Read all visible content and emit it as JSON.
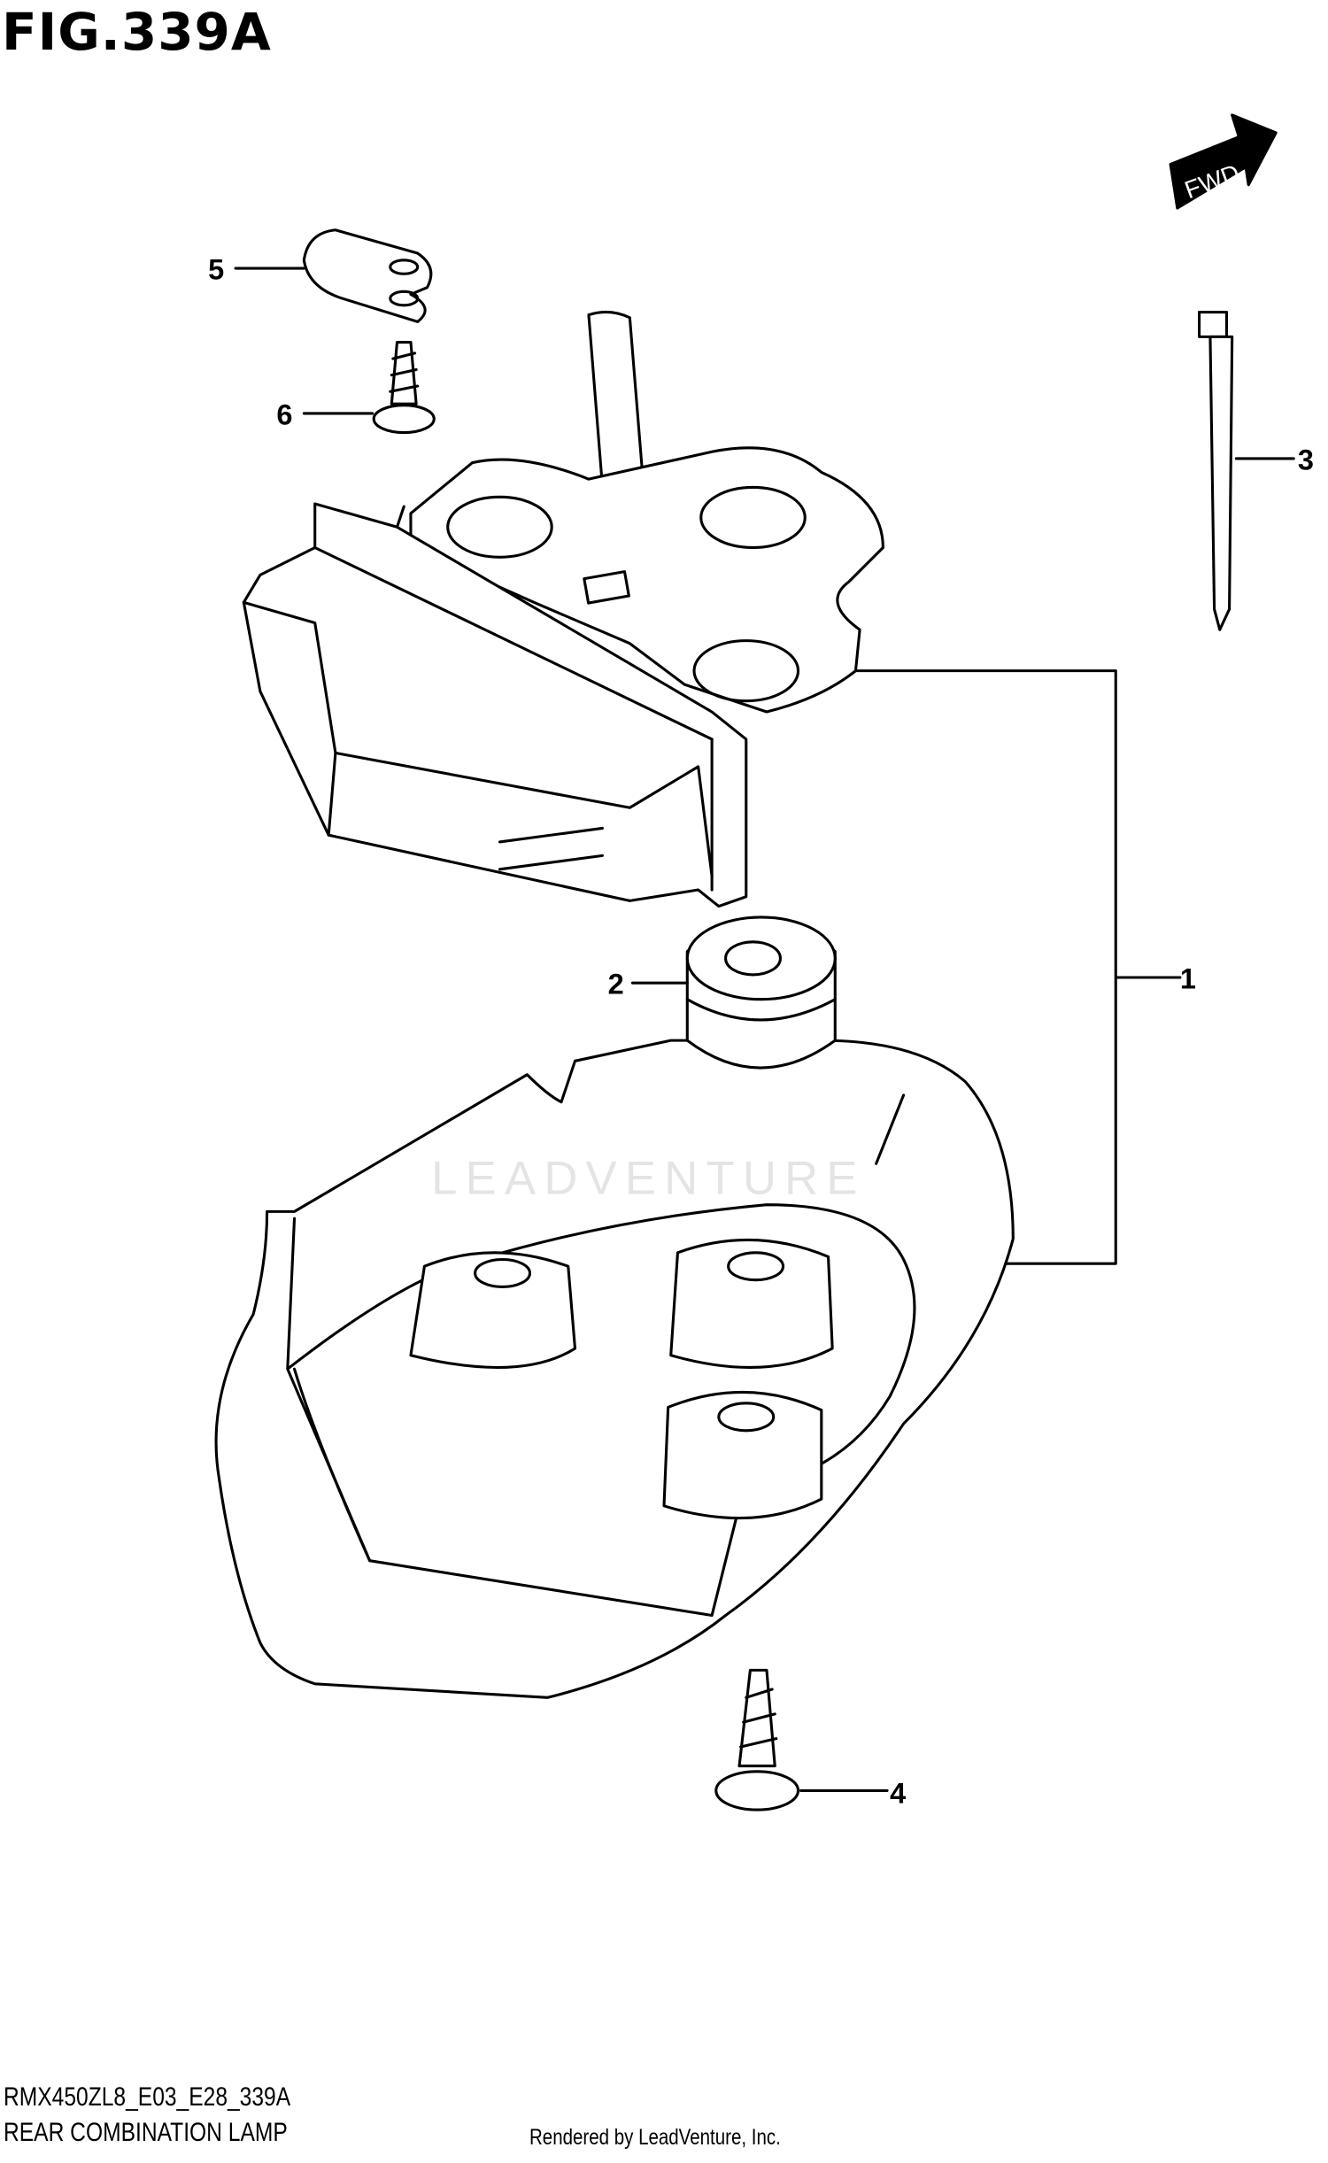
{
  "figure": {
    "title": "FIG.339A",
    "code": "RMX450ZL8_E03_E28_339A",
    "name": "REAR COMBINATION LAMP",
    "rendered_by": "Rendered by LeadVenture, Inc.",
    "watermark": "LEADVENTURE",
    "direction_label": "FWD"
  },
  "callouts": [
    "1",
    "2",
    "3",
    "4",
    "5",
    "6"
  ]
}
